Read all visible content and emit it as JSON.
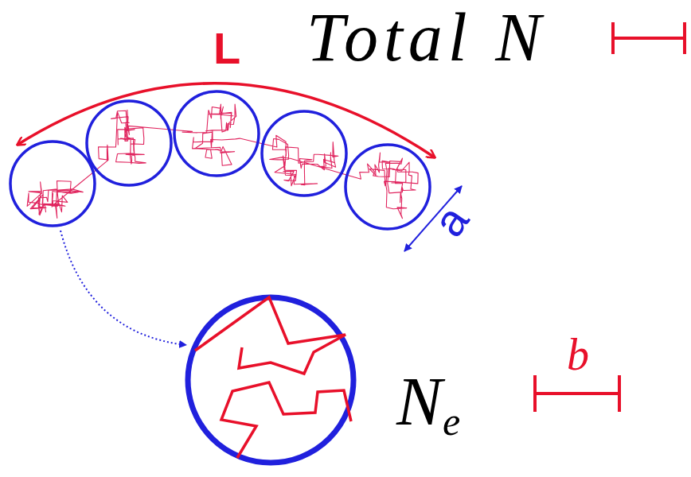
{
  "diagram": {
    "labels": [
      "L",
      "Total N",
      "a",
      "N",
      "e",
      "b"
    ]
  }
}
